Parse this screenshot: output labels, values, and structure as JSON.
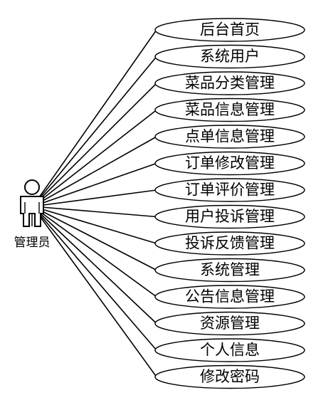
{
  "actor": {
    "label": "管理员",
    "icon": "stick-figure-actor-icon"
  },
  "use_cases": [
    "后台首页",
    "系统用户",
    "菜品分类管理",
    "菜品信息管理",
    "点单信息管理",
    "订单修改管理",
    "订单评价管理",
    "用户投诉管理",
    "投诉反馈管理",
    "系统管理",
    "公告信息管理",
    "资源管理",
    "个人信息",
    "修改密码"
  ]
}
